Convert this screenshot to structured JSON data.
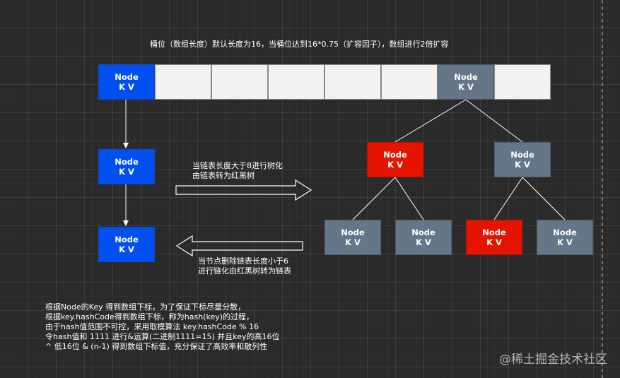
{
  "header": {
    "title": "桶位（数组长度）默认长度为16，当桶位达到16*0.75（扩容因子），数组进行2倍扩容"
  },
  "node": {
    "name": "Node",
    "kv": "K V"
  },
  "annotations": {
    "treeify_line1": "当链表长度大于8进行树化",
    "treeify_line2": "由链表转为红黑树",
    "untreeify_line1": "当节点删除链表长度小于6",
    "untreeify_line2": "进行链化由红黑树转为链表"
  },
  "explanation": {
    "line1": "根据Node的Key 得到数组下标，为了保证下标尽量分散，",
    "line2": "根据key.hashCode得到数组下标，称为hash(key)的过程，",
    "line3": "由于hash值范围不可控，采用取模算法 key.hashCode % 16",
    "line4": "令hash值和 1111 进行&运算(二进制1111=15) 并且key的高16位",
    "line5": " ^ 低16位 & (n-1) 得到数组下标值，充分保证了高效率和散列性"
  },
  "watermark": "@稀土掘金技术社区",
  "colors": {
    "blue": "#0050ef",
    "red": "#e51400",
    "gray": "#647687",
    "background": "#2a2a2a"
  }
}
